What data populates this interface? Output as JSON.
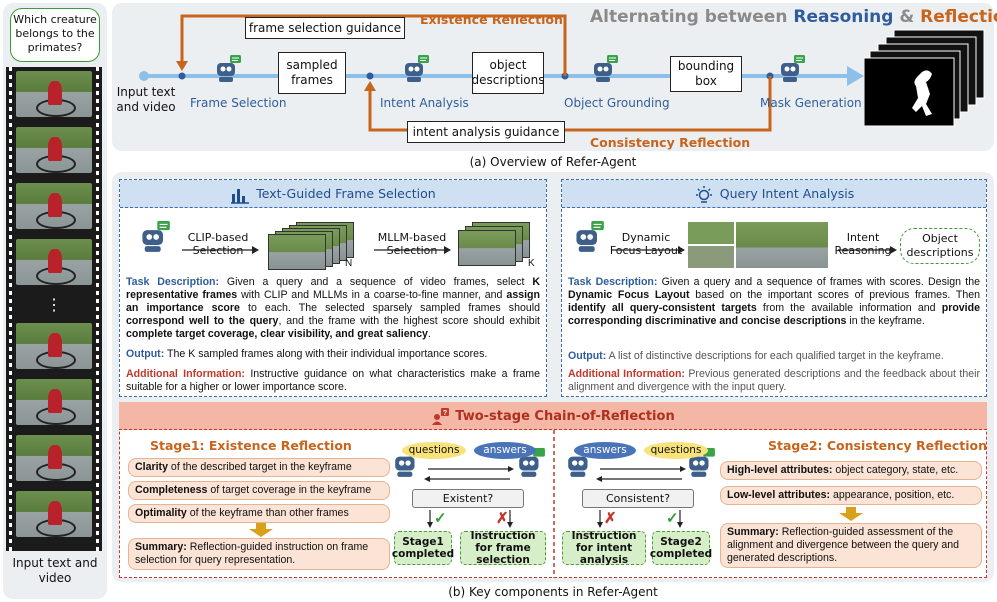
{
  "left": {
    "question": "Which creature belongs to the primates?",
    "dots": "⋮",
    "caption": "Input text and video"
  },
  "overview": {
    "title_pre": "Alternating between ",
    "title_reasoning": "Reasoning",
    "title_amp": " & ",
    "title_reflection": "Reflection",
    "input_label": "Input text and video",
    "frame_selection_guidance": "frame selection guidance",
    "existence_reflection": "Existence Reflection",
    "sampled_frames": "sampled frames",
    "object_descriptions": "object descriptions",
    "bounding_box": "bounding box",
    "intent_analysis_guidance": "intent analysis guidance",
    "consistency_reflection": "Consistency Reflection",
    "stage_frame_selection": "Frame Selection",
    "stage_intent_analysis": "Intent Analysis",
    "stage_object_grounding": "Object Grounding",
    "stage_mask_generation": "Mask Generation",
    "caption": "(a) Overview of Refer-Agent",
    "colors": {
      "reasoning": "#2f5d9c",
      "reflection": "#c8641c",
      "flow": "#8cc0e8"
    }
  },
  "frame_selection": {
    "title": "Text-Guided Frame Selection",
    "clip_label": "CLIP-based Selection",
    "mllm_label": "MLLM-based Selection",
    "n": "N",
    "k": "K",
    "task_label": "Task Description:",
    "task_1": " Given a query and a sequence of video frames, select ",
    "task_k": "K representative frames",
    "task_2": " with CLIP and MLLMs in a coarse-to-fine manner, and ",
    "task_assign": "assign an importance score",
    "task_3": " to each. The selected sparsely sampled frames should ",
    "task_correspond": "correspond well to the query",
    "task_4": ", and the frame with the highest score should exhibit ",
    "task_complete": "complete target coverage, clear visibility, and great saliency",
    "task_5": ".",
    "output_label": "Output:",
    "output_text": " The K sampled frames along with their individual importance scores.",
    "add_label": "Additional Information:",
    "add_text": " Instructive guidance on what characteristics make a frame suitable for a higher or lower importance score."
  },
  "intent": {
    "title": "Query Intent Analysis",
    "dynamic_label": "Dynamic Focus Layout",
    "intent_reasoning": "Intent Reasoning",
    "object_descriptions": "Object descriptions",
    "task_label": "Task Description:",
    "task_1": " Given a query and a sequence of frames with scores. Design the ",
    "task_dfl": "Dynamic Focus Layout",
    "task_2": " based on the important scores of previous frames. Then ",
    "task_identify": "identify all query-consistent targets",
    "task_3": " from the available information and ",
    "task_provide": "provide corresponding discriminative and concise descriptions",
    "task_4": " in the keyframe.",
    "output_label": "Output:",
    "output_text": " A list of distinctive descriptions for each qualified target in the keyframe.",
    "add_label": "Additional Information:",
    "add_text": " Previous generated descriptions and the feedback about their alignment and divergence with the input query."
  },
  "reflection": {
    "title": "Two-stage Chain-of-Reflection",
    "stage1_title": "Stage1: Existence Reflection",
    "s1_clarity_b": "Clarity",
    "s1_clarity": " of the described target in the keyframe",
    "s1_complete_b": "Completeness",
    "s1_complete": " of target coverage in the keyframe",
    "s1_optimal_b": "Optimality",
    "s1_optimal": " of the keyframe than other frames",
    "s1_summary_b": "Summary:",
    "s1_summary": " Reflection-guided instruction on frame selection for query representation.",
    "questions": "questions",
    "answers": "answers",
    "existent": "Existent?",
    "stage1_completed": "Stage1 completed",
    "instr_frame": "Instruction for frame selection",
    "consistent": "Consistent?",
    "instr_intent": "Instruction for intent analysis",
    "stage2_completed": "Stage2 completed",
    "stage2_title": "Stage2: Consistency Reflection",
    "s2_high_b": "High-level attributes:",
    "s2_high": " object category, state, etc.",
    "s2_low_b": "Low-level attributes:",
    "s2_low": " appearance, position, etc.",
    "s2_summary_b": "Summary:",
    "s2_summary": " Reflection-guided assessment of the alignment and divergence between the query and generated descriptions.",
    "check": "✓",
    "cross": "✗"
  },
  "caption_b": "(b) Key components in Refer-Agent"
}
